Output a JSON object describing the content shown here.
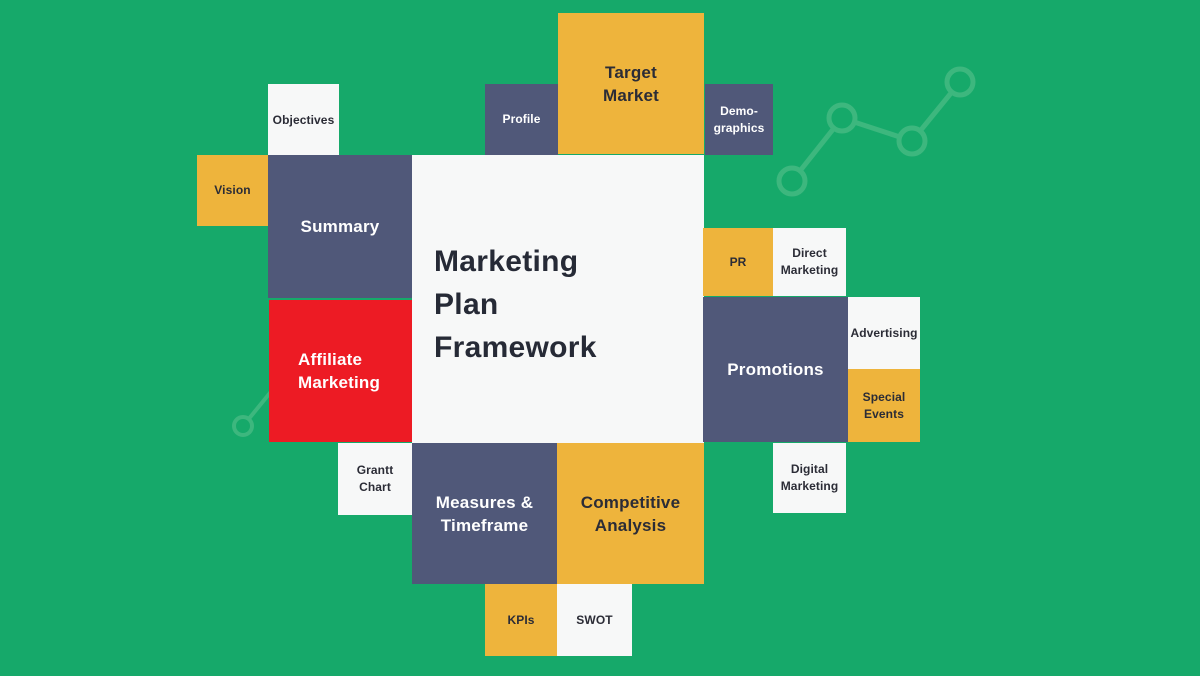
{
  "title": {
    "lines": [
      "Marketing",
      "Plan",
      "Framework"
    ]
  },
  "colors": {
    "background_green": "#16a96a",
    "decoration_green": "#3db77e",
    "yellow": "#eeb43c",
    "slate": "#505879",
    "red": "#ed1b24",
    "card_white": "#f7f8f8",
    "text_dark": "#2b2c36",
    "text_light": "#ffffff"
  },
  "decorations": {
    "top_right": "line-chart-decoration",
    "bottom_left": "line-node-decoration"
  },
  "blocks": {
    "objectives": {
      "label": "Objectives"
    },
    "vision": {
      "label": "Vision"
    },
    "summary": {
      "label": "Summary"
    },
    "affiliate_marketing": {
      "lines": [
        "Affiliate",
        "Marketing"
      ]
    },
    "profile": {
      "label": "Profile"
    },
    "target_market": {
      "lines": [
        "Target",
        "Market"
      ]
    },
    "demographics": {
      "lines": [
        "Demo-",
        "graphics"
      ]
    },
    "pr": {
      "label": "PR"
    },
    "direct_marketing": {
      "lines": [
        "Direct",
        "Marketing"
      ]
    },
    "promotions": {
      "label": "Promotions"
    },
    "advertising": {
      "label": "Advertising"
    },
    "special_events": {
      "lines": [
        "Special",
        "Events"
      ]
    },
    "digital_marketing": {
      "lines": [
        "Digital",
        "Marketing"
      ]
    },
    "grantt_chart": {
      "lines": [
        "Grantt",
        "Chart"
      ]
    },
    "measures_timeframe": {
      "lines": [
        "Measures &",
        "Timeframe"
      ]
    },
    "competitive_analysis": {
      "lines": [
        "Competitive",
        "Analysis"
      ]
    },
    "kpis": {
      "label": "KPIs"
    },
    "swot": {
      "label": "SWOT"
    }
  }
}
